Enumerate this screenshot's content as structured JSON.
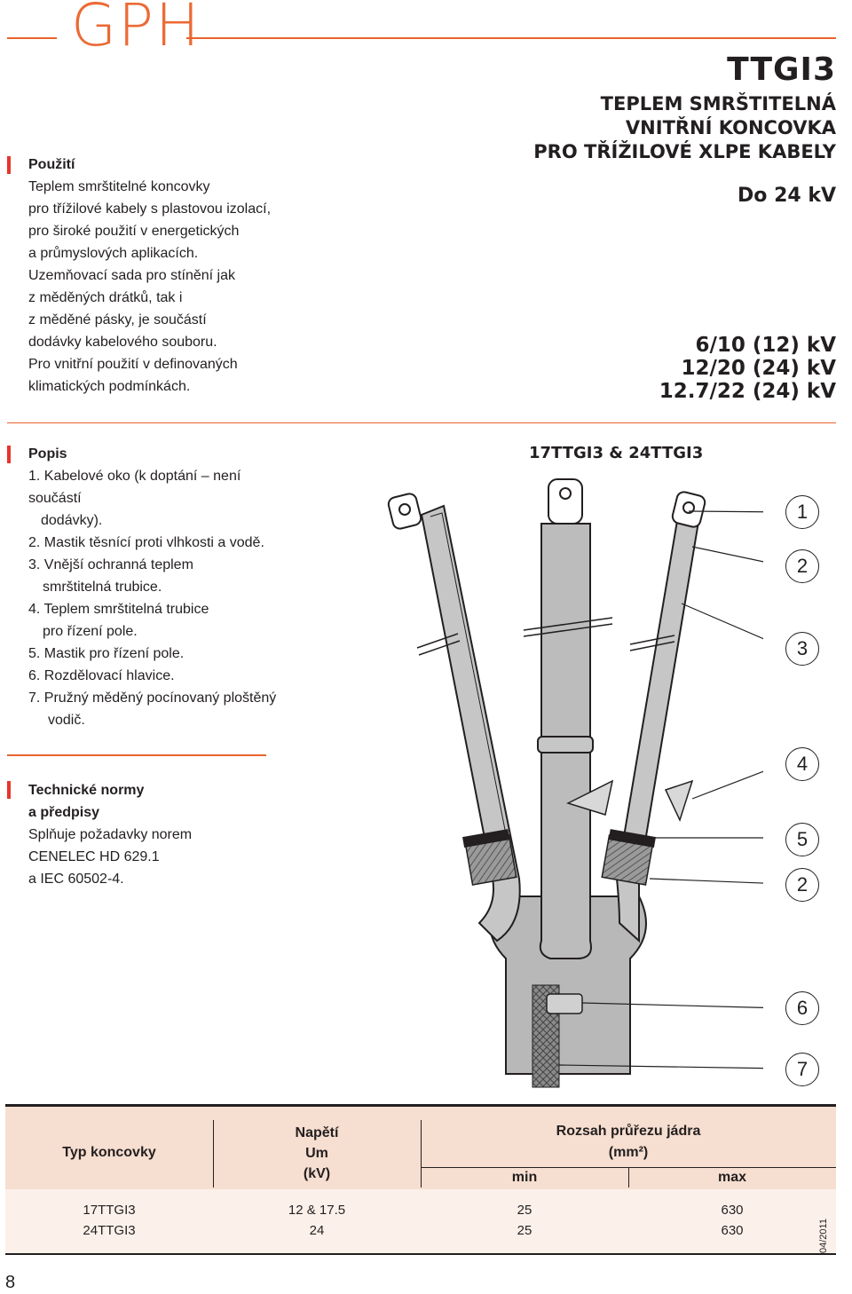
{
  "brand": "GPH",
  "product": {
    "code": "TTGI3",
    "subtitle_lines": [
      "TEPLEM SMRŠTITELNÁ",
      "VNITŘNÍ KONCOVKA",
      "PRO TŘÍŽILOVÉ XLPE KABELY"
    ],
    "rating": "Do 24 kV",
    "voltages": [
      "6/10 (12) kV",
      "12/20 (24) kV",
      "12.7/22 (24) kV"
    ]
  },
  "usage": {
    "title": "Použití",
    "lines": [
      "Teplem smrštitelné koncovky",
      "pro třížilové kabely s plastovou izolací,",
      "pro široké použití v energetických",
      "a průmyslových aplikacích.",
      "Uzemňovací sada pro stínění jak",
      "z měděných drátků, tak i",
      "z měděné pásky, je součástí",
      "dodávky kabelového souboru.",
      "Pro vnitřní použití v definovaných",
      "klimatických podmínkách."
    ]
  },
  "description": {
    "title": "Popis",
    "lines": [
      "1. Kabelové oko (k doptání – není součástí",
      "dodávky).",
      "2. Mastik těsnící proti vlhkosti a vodě.",
      "3. Vnější ochranná teplem",
      "smrštitelná trubice.",
      "4. Teplem smrštitelná trubice",
      "pro řízení pole.",
      "5. Mastik pro řízení pole.",
      "6. Rozdělovací hlavice.",
      "7. Pružný měděný pocínovaný ploštěný",
      "vodič."
    ]
  },
  "standards": {
    "title_lines": [
      "Technické normy",
      "a předpisy"
    ],
    "lines": [
      "Splňuje požadavky norem",
      "CENELEC HD 629.1",
      "a IEC 60502-4."
    ]
  },
  "diagram": {
    "label": "17TTGI3 & 24TTGI3",
    "callouts": [
      "1",
      "2",
      "3",
      "4",
      "5",
      "2",
      "6",
      "7"
    ]
  },
  "table": {
    "h_type": "Typ koncovky",
    "h_voltage": [
      "Napětí",
      "Um",
      "(kV)"
    ],
    "h_range": "Rozsah průřezu jádra",
    "h_range_unit": "(mm²)",
    "h_min": "min",
    "h_max": "max",
    "rows": [
      {
        "type": "17TTGI3",
        "voltage": "12 & 17.5",
        "min": "25",
        "max": "630"
      },
      {
        "type": "24TTGI3",
        "voltage": "24",
        "min": "25",
        "max": "630"
      }
    ]
  },
  "page_number": "8",
  "date_code": "04/2011"
}
